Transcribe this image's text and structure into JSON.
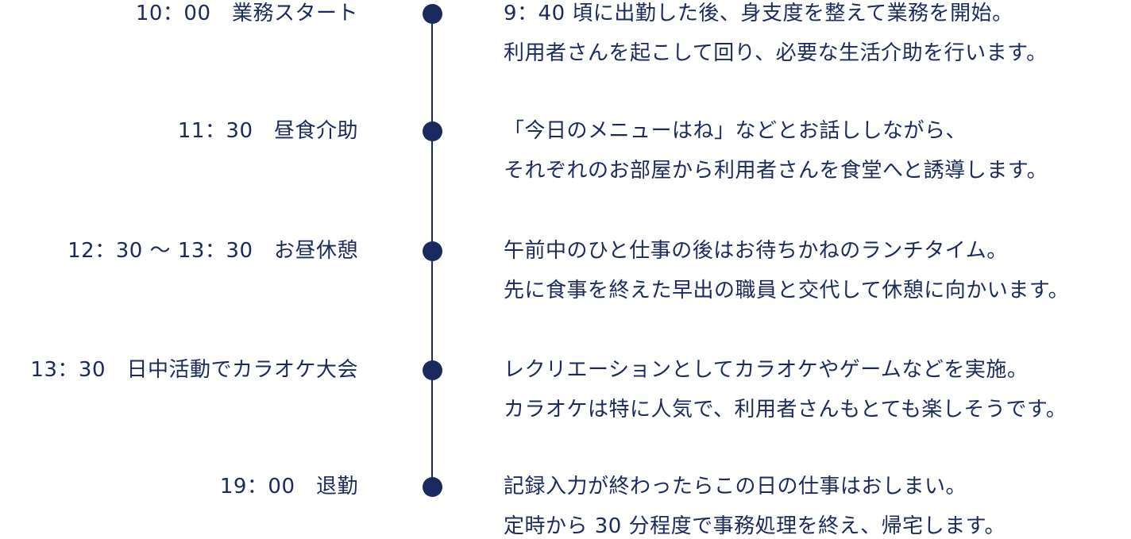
{
  "colors": {
    "accent": "#1b2a5e",
    "background": "#ffffff"
  },
  "schedule": [
    {
      "label": "10：00　業務スタート",
      "line1": "9：40 頃に出勤した後、身支度を整えて業務を開始。",
      "line2": "利用者さんを起こして回り、必要な生活介助を行います。"
    },
    {
      "label": "11：30　昼食介助",
      "line1": "「今日のメニューはね」などとお話ししながら、",
      "line2": "それぞれのお部屋から利用者さんを食堂へと誘導します。"
    },
    {
      "label": "12：30 ～ 13：30　お昼休憩",
      "line1": "午前中のひと仕事の後はお待ちかねのランチタイム。",
      "line2": "先に食事を終えた早出の職員と交代して休憩に向かいます。"
    },
    {
      "label": "13：30　日中活動でカラオケ大会",
      "line1": "レクリエーションとしてカラオケやゲームなどを実施。",
      "line2": "カラオケは特に人気で、利用者さんもとても楽しそうです。"
    },
    {
      "label": "19：00　退勤",
      "line1": "記録入力が終わったらこの日の仕事はおしまい。",
      "line2": "定時から 30 分程度で事務処理を終え、帰宅します。"
    }
  ]
}
